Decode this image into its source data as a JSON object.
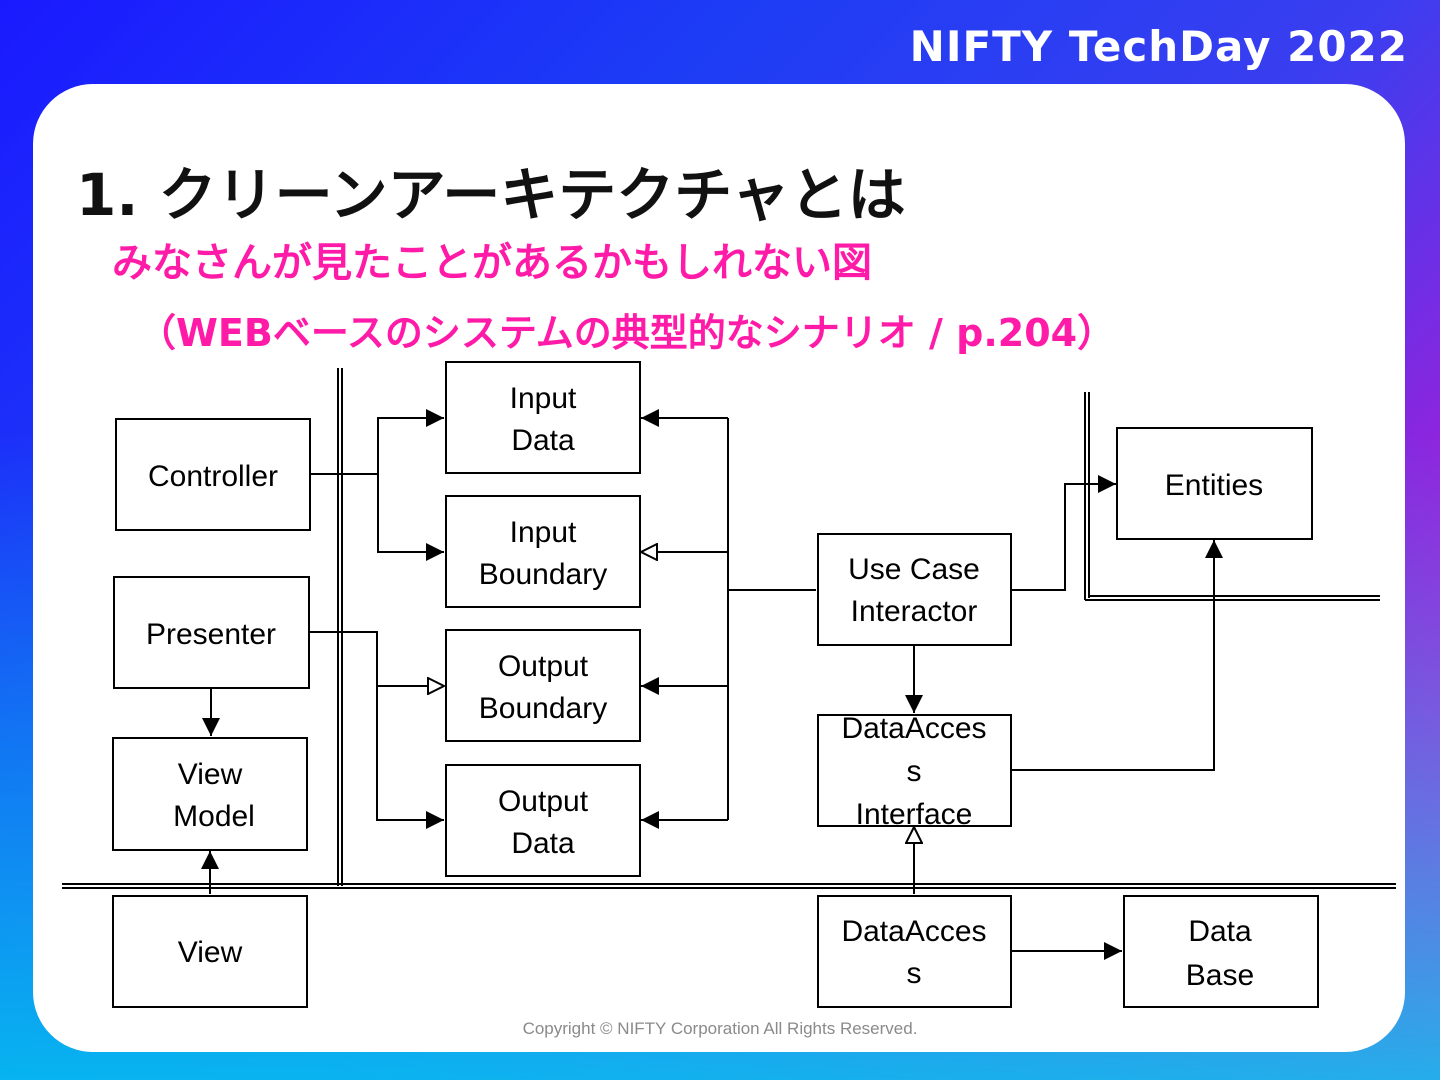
{
  "brand": "NIFTY TechDay 2022",
  "title": "1. クリーンアーキテクチャとは",
  "subtitle_line1": "みなさんが見たことがあるかもしれない図",
  "subtitle_line2": "（WEBベースのシステムの典型的なシナリオ / p.204）",
  "copyright": "Copyright © NIFTY Corporation All Rights Reserved.",
  "colors": {
    "accent": "#ff1aa8",
    "card": "#ffffff",
    "gradient_start": "#1a1aff",
    "gradient_end": "#ff10c8"
  },
  "diagram": {
    "boxes": {
      "controller": [
        "Controller"
      ],
      "presenter": [
        "Presenter"
      ],
      "view_model": [
        "View",
        "Model"
      ],
      "view": [
        "View"
      ],
      "input_data": [
        "Input",
        "Data"
      ],
      "input_boundary": [
        "Input",
        "Boundary"
      ],
      "output_boundary": [
        "Output",
        "Boundary"
      ],
      "output_data": [
        "Output",
        "Data"
      ],
      "use_case_interactor": [
        "Use Case",
        "Interactor"
      ],
      "data_access_interface": [
        "DataAcces",
        "s",
        "Interface"
      ],
      "data_access": [
        "DataAcces",
        "s"
      ],
      "entities": [
        "Entities"
      ],
      "database": [
        "Data",
        "Base"
      ]
    }
  }
}
